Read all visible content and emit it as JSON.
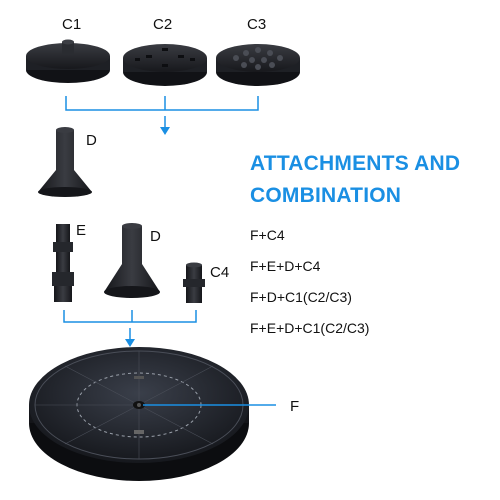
{
  "labels": {
    "c1": "C1",
    "c2": "C2",
    "c3": "C3",
    "d_top": "D",
    "e": "E",
    "d_mid": "D",
    "c4": "C4",
    "f": "F"
  },
  "title": {
    "line1": "ATTACHMENTS AND",
    "line2": "COMBINATION"
  },
  "combinations": [
    "F+C4",
    "F+E+D+C4",
    "F+D+C1(C2/C3)",
    "F+E+D+C1(C2/C3)"
  ],
  "colors": {
    "accent": "#1a8fe3",
    "part": "#1c1e24",
    "panel": "#2a2d35"
  }
}
